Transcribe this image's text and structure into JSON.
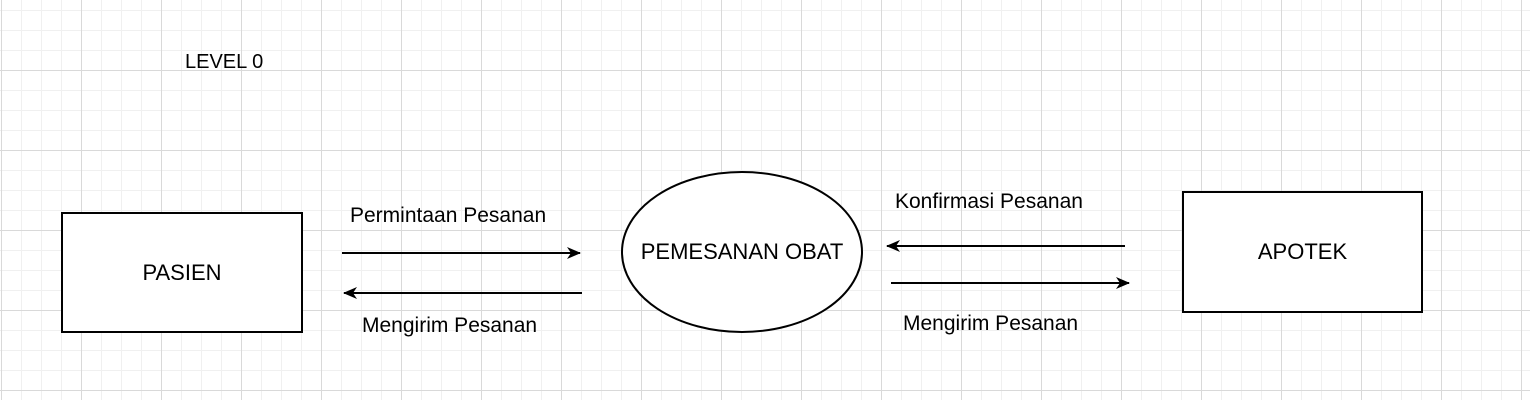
{
  "diagram": {
    "level_label": "LEVEL 0",
    "entities": {
      "pasien": "PASIEN",
      "apotek": "APOTEK"
    },
    "process": "PEMESANAN OBAT",
    "flows": {
      "pasien_to_process": "Permintaan Pesanan",
      "process_to_pasien": "Mengirim Pesanan",
      "apotek_to_process": "Konfirmasi Pesanan",
      "process_to_apotek": "Mengirim Pesanan"
    },
    "colors": {
      "stroke": "#000000",
      "grid_major": "#d9d9d9",
      "grid_minor": "#f0f0f0",
      "background": "#ffffff"
    }
  }
}
